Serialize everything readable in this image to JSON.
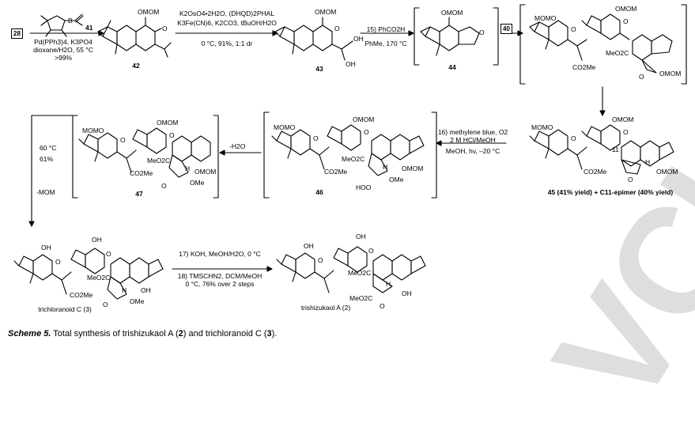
{
  "watermark": "VCH",
  "caption": {
    "scheme": "Scheme 5.",
    "text_1": " Total synthesis of trishizukaol A (",
    "num_1": "2",
    "text_2": ") and trichloranoid C (",
    "num_2": "3",
    "text_3": ")."
  },
  "compounds": {
    "start": "28",
    "c41": "41",
    "c42": "42",
    "c43": "43",
    "c44": "44",
    "c40": "40",
    "c45_line": "45 (41% yield) + C11-epimer (40% yield)",
    "c46": "46",
    "c47": "47",
    "c3": "trichloranoid C (3)",
    "c2": "trishizukaol A (2)"
  },
  "steps": {
    "s1_top": "41",
    "s1_bottom_1": "Pd(PPh3)4, K3PO4",
    "s1_bottom_2": "dioxane/H2O, 55 °C",
    "s1_bottom_3": ">99%",
    "s2_top_1": "K2OsO4•2H2O, (DHQD)2PHAL",
    "s2_top_2": "K3Fe(CN)6, K2CO3, tBuOH/H2O",
    "s2_bottom": "0 °C, 91%, 1:1 dr",
    "s3_top": "15) PhCO2H",
    "s3_bottom": "PhMe, 170 °C",
    "s4_top_1": "16) methylene blue, O2",
    "s4_top_2": "2 M HCl/MeOH",
    "s4_bottom": "MeOH, hv, –20 °C",
    "s5": "-H2O",
    "s6_1": "60 °C",
    "s6_2": "61%",
    "s6_3": "-MOM",
    "s7_1": "17) KOH, MeOH/H2O, 0 °C",
    "s7_2": "18) TMSCHN2, DCM/MeOH",
    "s7_3": "0 °C, 76% over 2 steps"
  },
  "groups": {
    "omom": "OMOM",
    "momo": "MOMO",
    "co2me": "CO2Me",
    "meo2c": "MeO2C",
    "oh": "OH",
    "ome": "OMe",
    "hoo": "HOO",
    "h": "H",
    "o": "O",
    "b": "B",
    "c11": "11"
  }
}
